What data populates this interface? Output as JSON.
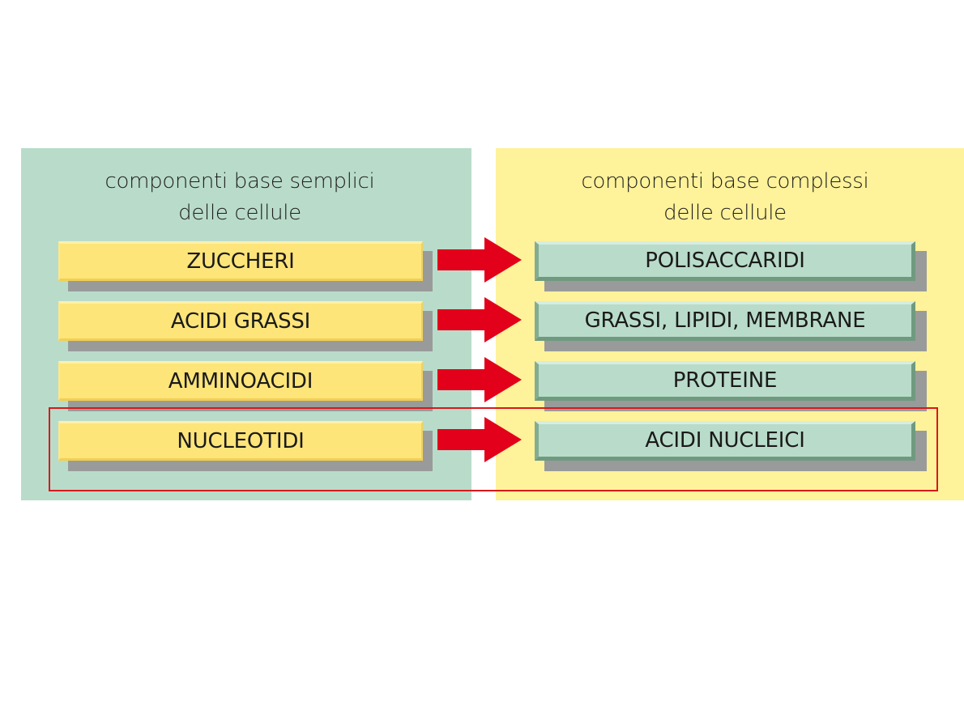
{
  "diagram": {
    "left_panel": {
      "title_line1": "componenti base semplici",
      "title_line2": "delle cellule",
      "background": "#b9dcca"
    },
    "right_panel": {
      "title_line1": "componenti base complessi",
      "title_line2": "delle cellule",
      "background": "#fef29a"
    },
    "rows": [
      {
        "simple": "ZUCCHERI",
        "complex": "POLISACCARIDI"
      },
      {
        "simple": "ACIDI GRASSI",
        "complex": "GRASSI, LIPIDI, MEMBRANE"
      },
      {
        "simple": "AMMINOACIDI",
        "complex": "PROTEINE"
      },
      {
        "simple": "NUCLEOTIDI",
        "complex": "ACIDI NUCLEICI"
      }
    ],
    "arrow_color": "#e2001a",
    "highlighted_row": 4,
    "highlight_color": "#d7191c"
  }
}
